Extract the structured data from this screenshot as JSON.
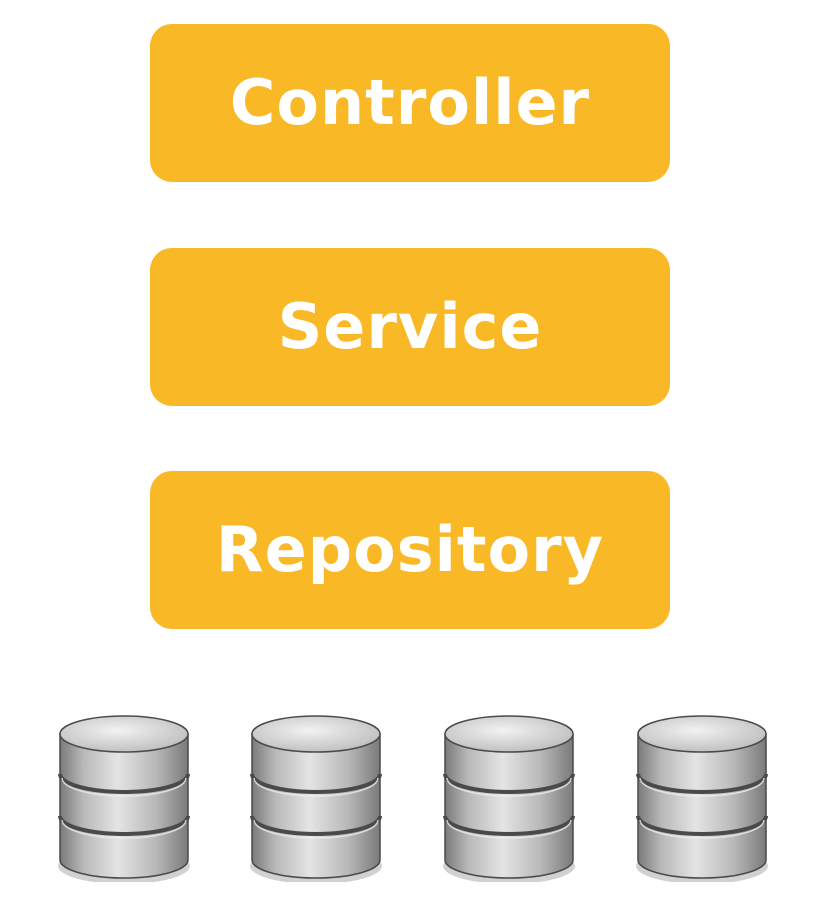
{
  "layers": [
    {
      "label": "Controller"
    },
    {
      "label": "Service"
    },
    {
      "label": "Repository"
    }
  ],
  "colors": {
    "layer_fill": "#F9B825",
    "layer_text": "#FFFFFF",
    "db_light": "#E4E4E4",
    "db_mid": "#B8B8B8",
    "db_dark": "#7A7A7A",
    "db_outline": "#4A4A4A"
  },
  "databases": [
    {
      "icon": "database-icon"
    },
    {
      "icon": "database-icon"
    },
    {
      "icon": "database-icon"
    },
    {
      "icon": "database-icon"
    }
  ]
}
